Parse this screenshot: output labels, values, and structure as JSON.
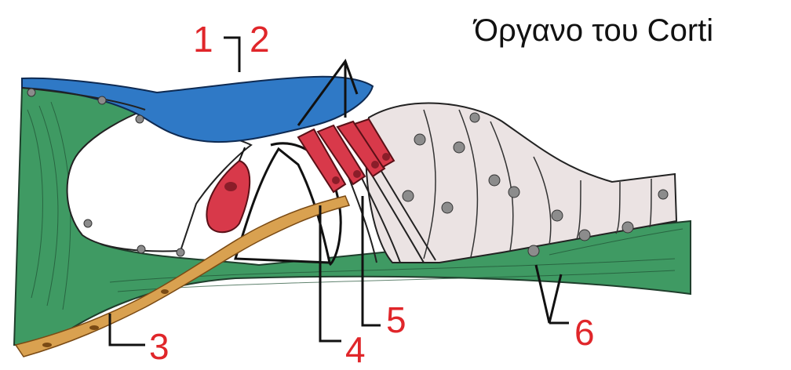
{
  "diagram": {
    "title": "Όργανο του Corti",
    "labels": {
      "l1": "1",
      "l2": "2",
      "l3": "3",
      "l4": "4",
      "l5": "5",
      "l6": "6"
    },
    "colors": {
      "tectorial_membrane": "#2f79c6",
      "hair_cells": "#d8394a",
      "supporting_tissue": "#3f9a63",
      "nerve_fiber": "#d9a150",
      "cell_region": "#ebe3e3",
      "label_text": "#e0262a"
    }
  }
}
